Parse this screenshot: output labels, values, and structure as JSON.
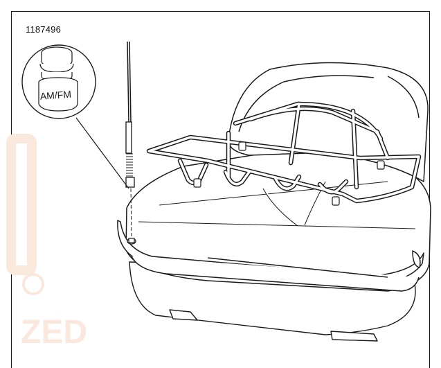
{
  "figure": {
    "id_label": "1187496",
    "callout_text": "AM/FM",
    "watermark_text": "ZED"
  },
  "colors": {
    "line": "#1a1a1a",
    "fill": "#ffffff",
    "watermark": "#fbe8dd"
  }
}
